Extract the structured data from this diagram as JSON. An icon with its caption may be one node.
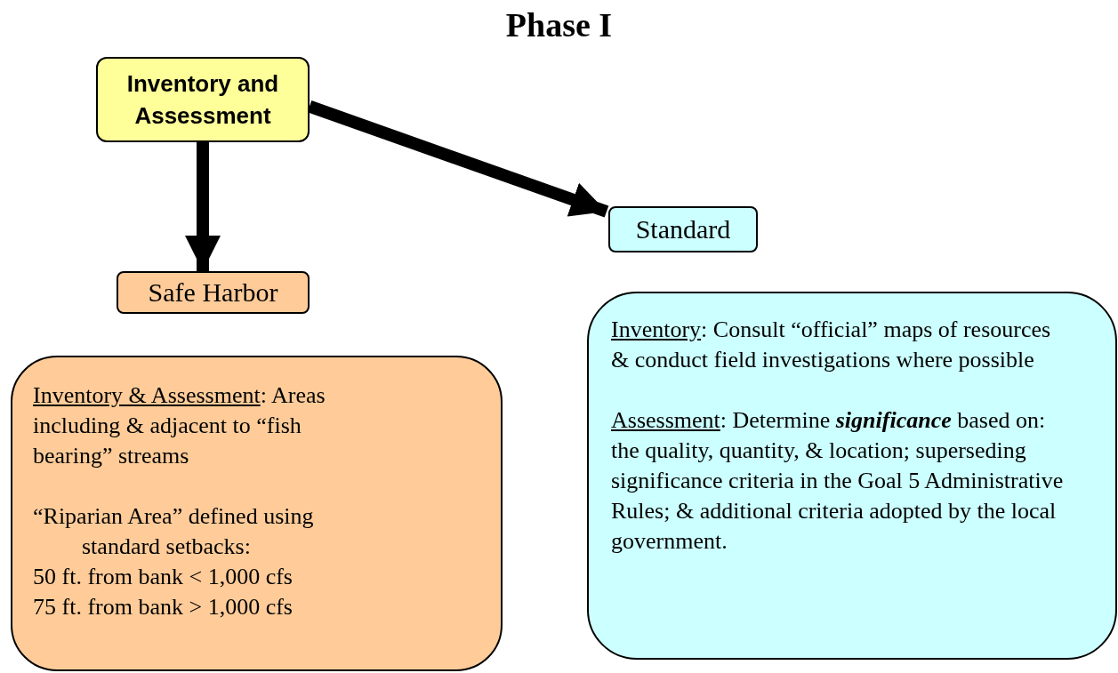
{
  "diagram": {
    "title": "Phase I",
    "nodes": [
      {
        "text": [
          "Inventory and Assessment"
        ]
      },
      {
        "text": [
          "Standard"
        ]
      },
      {
        "text": [
          "Safe Harbor"
        ]
      },
      {
        "text": [
          "Inventory & Assessment: Areas including & adjacent to “fish bearing” streams",
          "“Riparian Area” defined using standard setbacks:",
          "50 ft. from bank < 1,000 cfs",
          "75 ft. from bank > 1,000 cfs"
        ]
      },
      {
        "text": [
          "Inventory: Consult “official” maps of resources & conduct field investigations where possible",
          "Assessment: Determine **significance** based on: the quality, quantity, & location; superseding significance criteria in the Goal 5 Administrative Rules; & additional criteria adopted by the local government."
        ]
      }
    ],
    "edges": [
      {
        "from": 0,
        "to": 1,
        "arrow": "to"
      },
      {
        "from": 0,
        "to": 2,
        "arrow": "to"
      }
    ]
  }
}
